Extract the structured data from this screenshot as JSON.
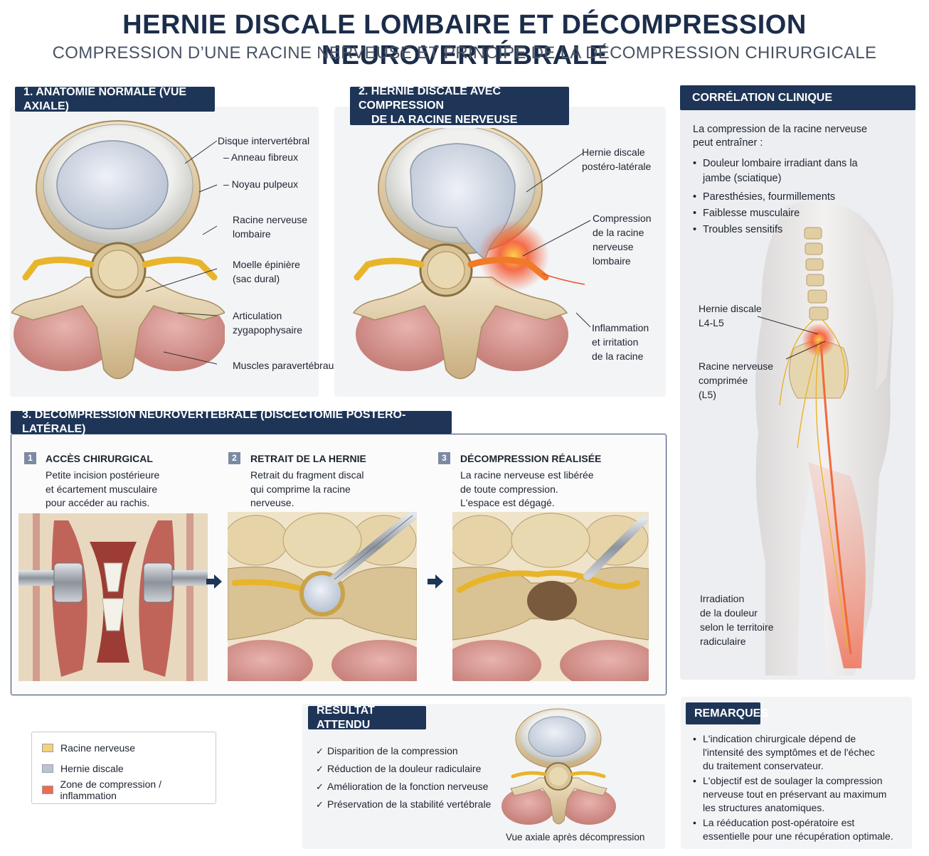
{
  "header": {
    "title": "HERNIE DISCALE LOMBAIRE ET DÉCOMPRESSION NEUROVERTÉBRALE",
    "subtitle": "COMPRESSION D’UNE RACINE NERVEUSE ET PRINCIPE DE LA DÉCOMPRESSION CHIRURGICALE"
  },
  "panel1": {
    "heading": "1. ANATOMIE NORMALE (VUE AXIALE)",
    "labels": {
      "disc": "Disque intervertébral",
      "annulus": "Anneau fibreux",
      "nucleus": "Noyau pulpeux",
      "root_1": "Racine nerveuse",
      "root_2": "lombaire",
      "cord_1": "Moelle épinière",
      "cord_2": "(sac dural)",
      "joint_1": "Articulation",
      "joint_2": "zygapophysaire",
      "muscles": "Muscles paravertébraux"
    }
  },
  "panel2": {
    "heading_1": "2. HERNIE DISCALE AVEC COMPRESSION",
    "heading_2": "DE LA RACINE NERVEUSE",
    "labels": {
      "hernia_1": "Hernie discale",
      "hernia_2": "postéro-latérale",
      "comp_1": "Compression",
      "comp_2": "de la racine",
      "comp_3": "nerveuse",
      "comp_4": "lombaire",
      "infl_1": "Inflammation",
      "infl_2": "et irritation",
      "infl_3": "de la racine"
    }
  },
  "panel3": {
    "heading": "3. DÉCOMPRESSION NEUROVERTÉBRALE (DISCECTOMIE POSTÉRO-LATÉRALE)",
    "steps": [
      {
        "num": "1",
        "title": "ACCÈS CHIRURGICAL",
        "l1": "Petite incision postérieure",
        "l2": "et écartement musculaire",
        "l3": "pour accéder au rachis."
      },
      {
        "num": "2",
        "title": "RETRAIT DE LA HERNIE",
        "l1": "Retrait du fragment discal",
        "l2": "qui comprime la racine",
        "l3": "nerveuse."
      },
      {
        "num": "3",
        "title": "DÉCOMPRESSION RÉALISÉE",
        "l1": "La racine nerveuse est libérée",
        "l2": "de toute compression.",
        "l3": "L'espace est dégagé."
      }
    ]
  },
  "clinical": {
    "heading": "CORRÉLATION CLINIQUE",
    "intro_1": "La compression de la racine nerveuse",
    "intro_2": "peut entraîner :",
    "items": [
      "Douleur lombaire irradiant dans la jambe (sciatique)",
      "Paresthésies, fourmillements",
      "Faiblesse musculaire",
      "Troubles sensitifs"
    ],
    "labels": {
      "hernia_1": "Hernie discale",
      "hernia_2": "L4-L5",
      "root_1": "Racine nerveuse",
      "root_2": "comprimée",
      "root_3": "(L5)",
      "irr_1": "Irradiation",
      "irr_2": "de la douleur",
      "irr_3": "selon le territoire",
      "irr_4": "radiculaire"
    }
  },
  "legend": {
    "items": [
      {
        "label": "Racine nerveuse",
        "color": "#f3d27a"
      },
      {
        "label": "Hernie discale",
        "color": "#b9c3d3"
      },
      {
        "label": "Zone de compression / inflammation",
        "color": "#ef6a4f"
      }
    ]
  },
  "result": {
    "heading": "RÉSULTAT ATTENDU",
    "items": [
      "Disparition de la compression",
      "Réduction de la douleur radiculaire",
      "Amélioration de la fonction nerveuse",
      "Préservation de la stabilité vertébrale"
    ],
    "caption": "Vue axiale après décompression"
  },
  "remarks": {
    "heading": "REMARQUES",
    "items": [
      {
        "l1": "L'indication chirurgicale dépend de",
        "l2": "l'intensité des symptômes et de l'échec",
        "l3": "du traitement conservateur."
      },
      {
        "l1": "L'objectif est de soulager la compression",
        "l2": "nerveuse tout en préservant au maximum",
        "l3": "les structures anatomiques."
      },
      {
        "l1": "La rééducation post-opératoire est",
        "l2": "essentielle pour une récupération optimale.",
        "l3": ""
      }
    ]
  },
  "colors": {
    "navy": "#1e3557",
    "nerve": "#e8b429",
    "disc": "#d5dbe6",
    "bone": "#e6d6b5",
    "muscle": "#d99a94",
    "inflammation": "#f0502a"
  }
}
